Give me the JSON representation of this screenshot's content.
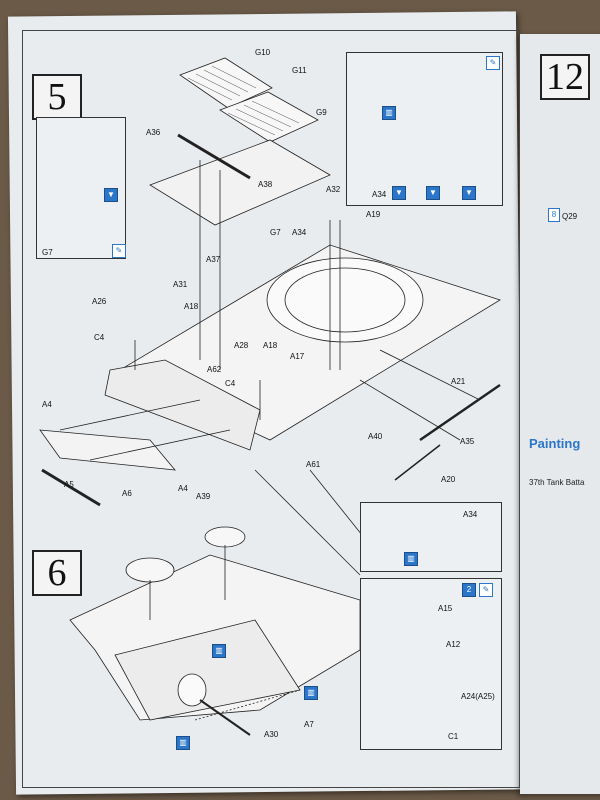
{
  "steps": {
    "step5": "5",
    "step6": "6",
    "step12": "12"
  },
  "parts_step5": [
    "G10",
    "G11",
    "G9",
    "A36",
    "A38",
    "G7",
    "A32",
    "A19",
    "A34",
    "A37",
    "A31",
    "A18",
    "A26",
    "C4",
    "A62",
    "A28",
    "A18",
    "A17",
    "C4",
    "A21",
    "A35",
    "A40",
    "A20",
    "A61",
    "A4",
    "A5",
    "A6",
    "A39",
    "A4"
  ],
  "inset_labels": {
    "g7_inset": "G7",
    "a34_inset": "A34",
    "a34_inset2": "A34"
  },
  "parts_step6": [
    "A30",
    "A7"
  ],
  "inset_step6": {
    "badge": "2",
    "parts": [
      "A15",
      "A12",
      "A24(A25)",
      "C1"
    ]
  },
  "right_page": {
    "part_q29": "Q29",
    "ref_badge": "8",
    "painting_title": "Painting",
    "subtitle": "37th Tank Batta"
  },
  "colors": {
    "accent": "#2b76c9",
    "paper": "#e9ecef",
    "line": "#222222"
  }
}
